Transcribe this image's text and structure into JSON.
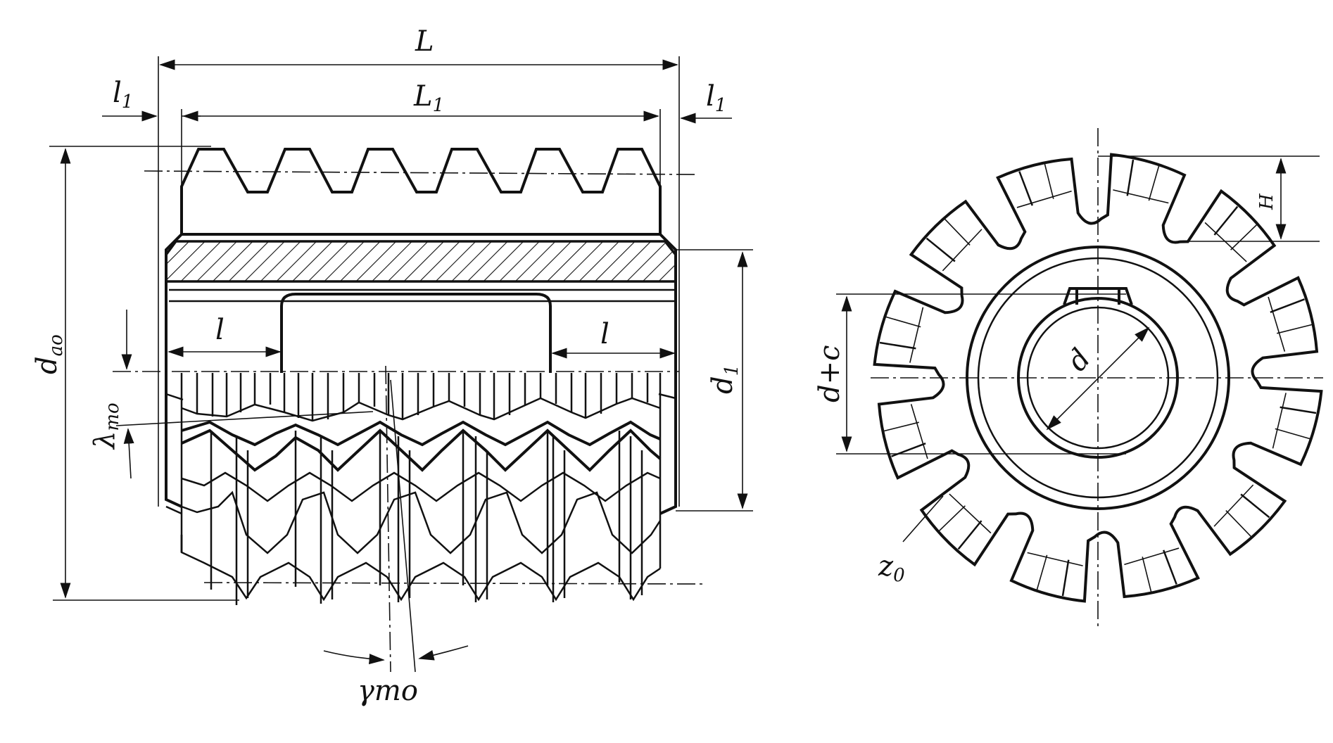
{
  "labels": {
    "L": "L",
    "L1": "L",
    "L1_sub": "1",
    "l1_left": "l",
    "l1_left_sub": "1",
    "l1_right": "l",
    "l1_right_sub": "1",
    "l_left": "l",
    "l_right": "l",
    "dao": "d",
    "dao_sub": "ao",
    "lambda_mo": "λ",
    "lambda_mo_sub": "mo",
    "d1": "d",
    "d1_sub": "1",
    "gamma_mo": "γmo",
    "H": "H",
    "d_plus_c": "d+c",
    "d": "d",
    "z0": "z",
    "z0_sub": "0"
  },
  "colors": {
    "ink": "#111111",
    "paper": "#ffffff"
  }
}
